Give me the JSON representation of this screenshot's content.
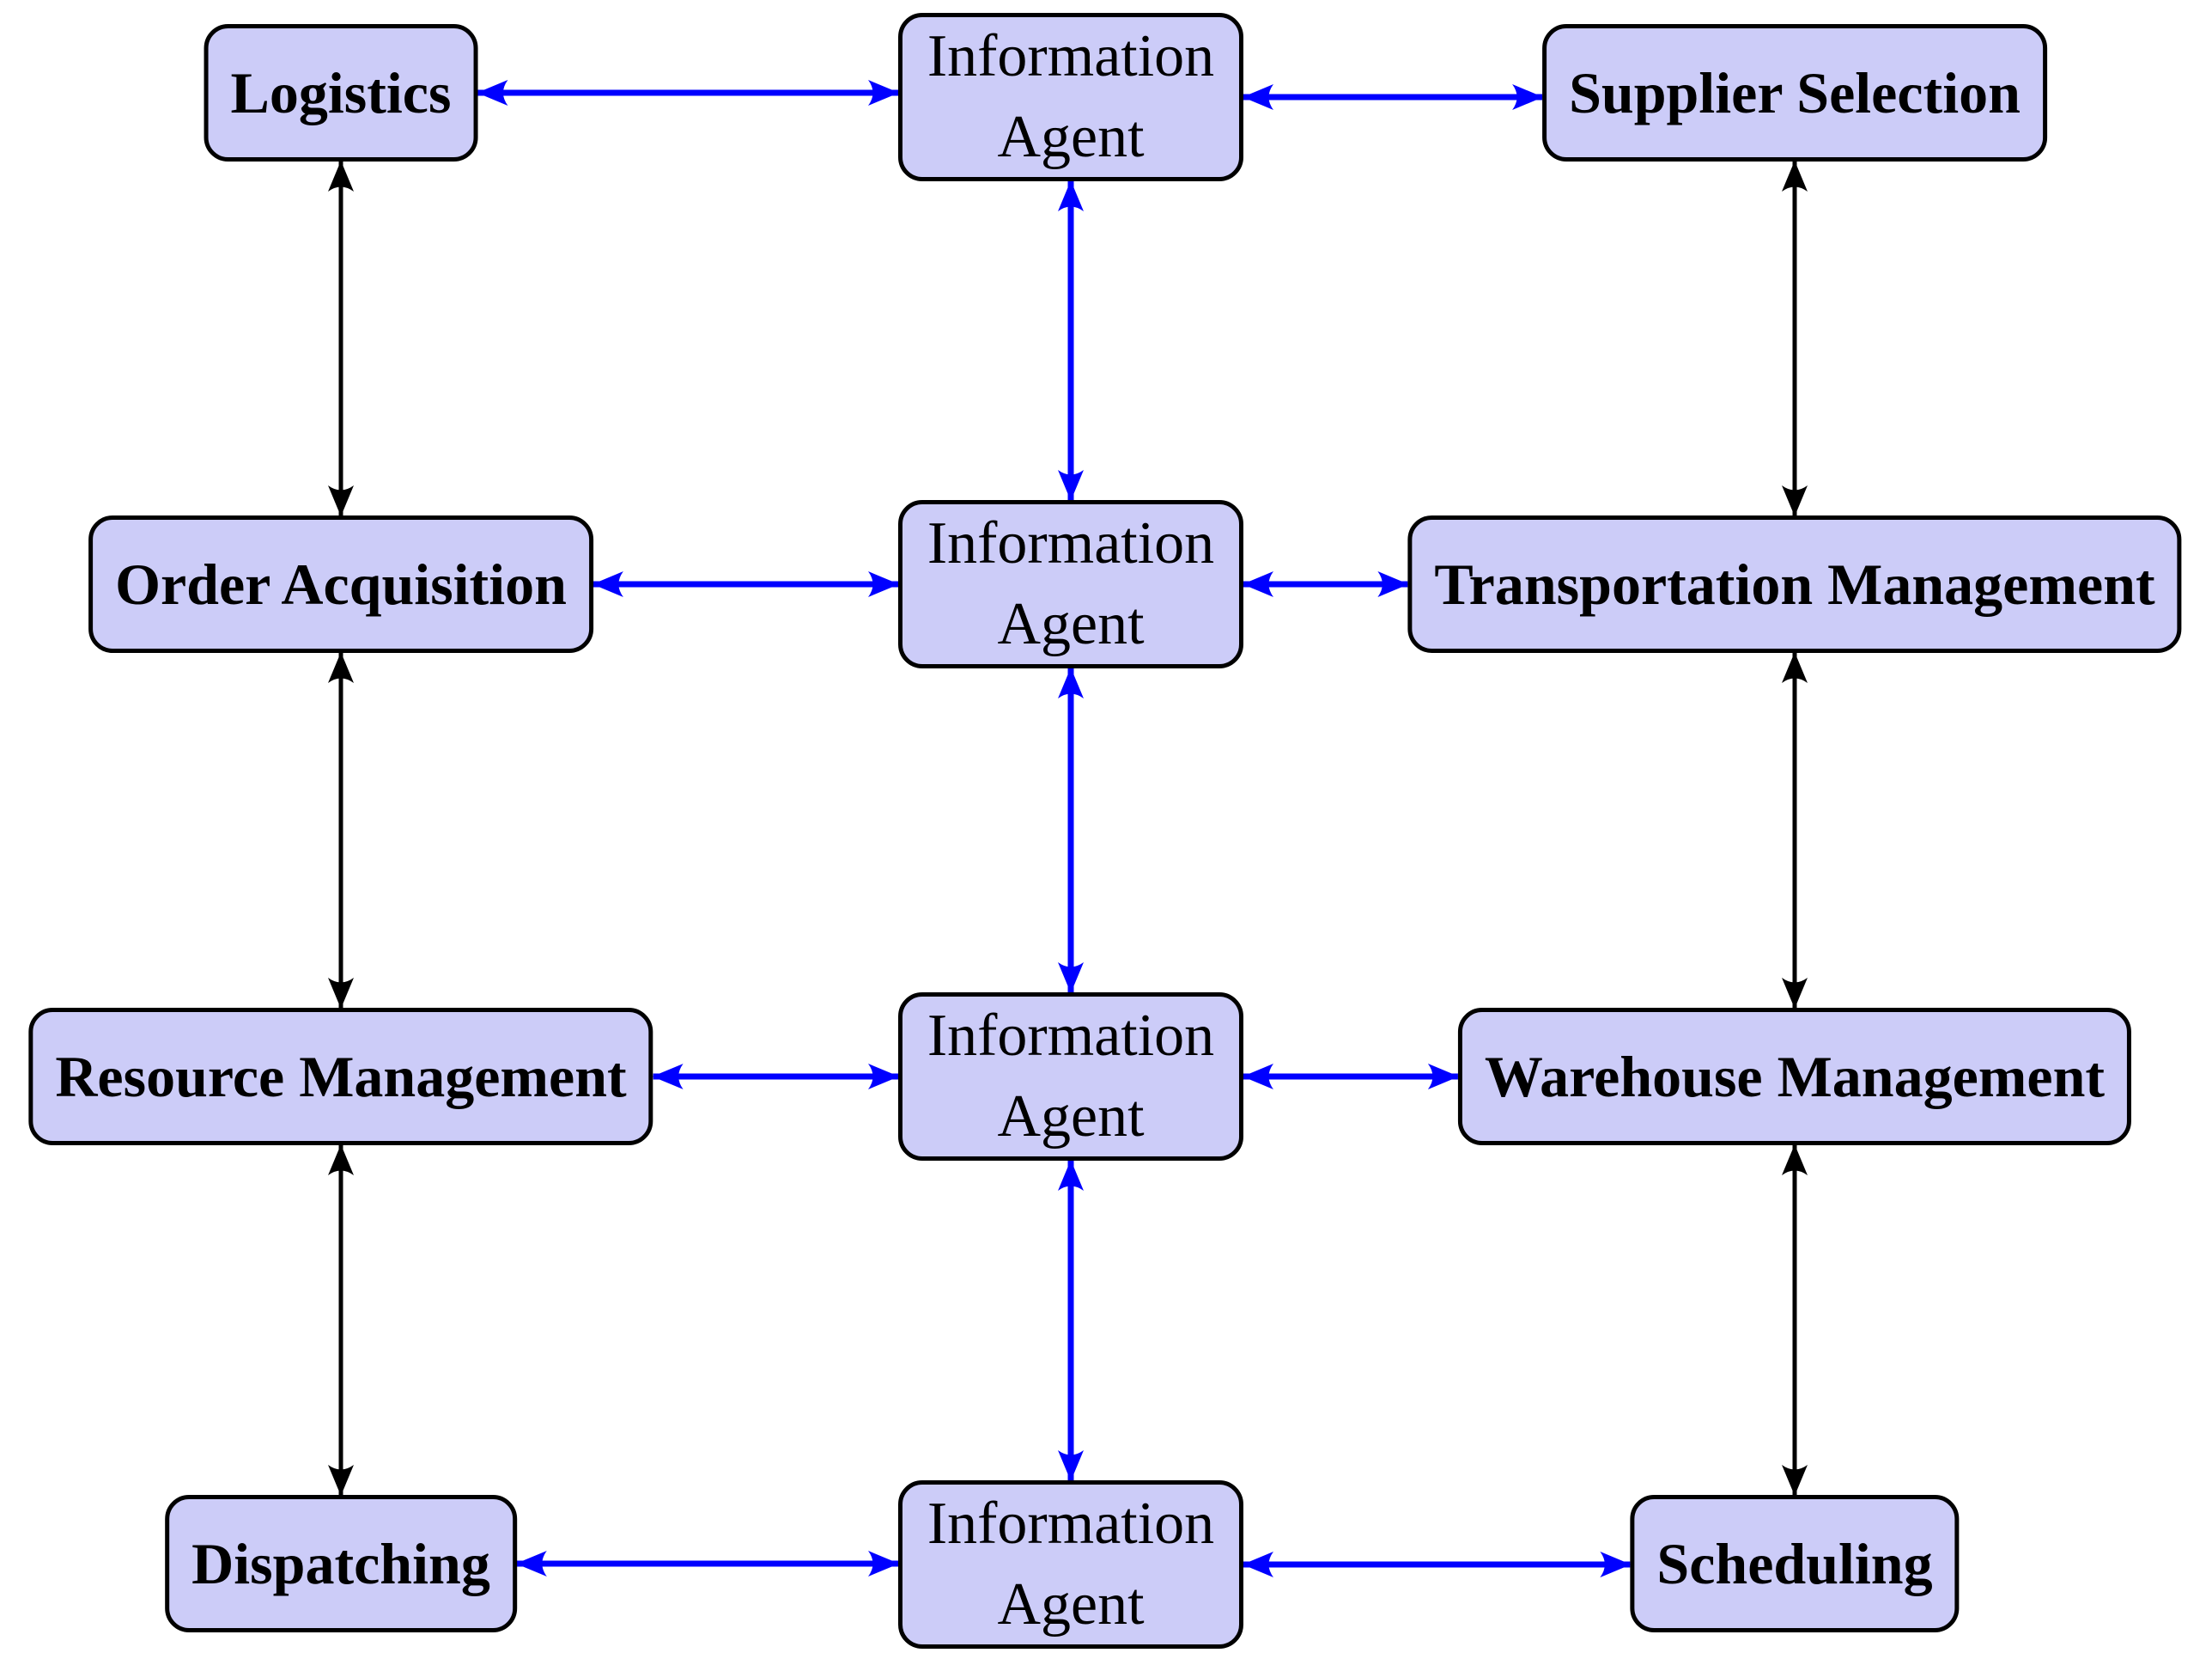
{
  "diagram": {
    "nodes": {
      "logistics": {
        "label": "Logistics",
        "kind": "function"
      },
      "order_acquisition": {
        "label": "Order Acquisition",
        "kind": "function"
      },
      "resource_management": {
        "label": "Resource Management",
        "kind": "function"
      },
      "dispatching": {
        "label": "Dispatching",
        "kind": "function"
      },
      "ia1": {
        "label": "Information Agent",
        "kind": "information-agent"
      },
      "ia2": {
        "label": "Information Agent",
        "kind": "information-agent"
      },
      "ia3": {
        "label": "Information Agent",
        "kind": "information-agent"
      },
      "ia4": {
        "label": "Information Agent",
        "kind": "information-agent"
      },
      "supplier_selection": {
        "label": "Supplier Selection",
        "kind": "function"
      },
      "transportation_management": {
        "label": "Transportation Management",
        "kind": "function"
      },
      "warehouse_management": {
        "label": "Warehouse Management",
        "kind": "function"
      },
      "scheduling": {
        "label": "Scheduling",
        "kind": "function"
      }
    },
    "edges": [
      {
        "from": "logistics",
        "to": "order_acquisition",
        "axis": "v",
        "color": "function_link",
        "bidirectional": true
      },
      {
        "from": "order_acquisition",
        "to": "resource_management",
        "axis": "v",
        "color": "function_link",
        "bidirectional": true
      },
      {
        "from": "resource_management",
        "to": "dispatching",
        "axis": "v",
        "color": "function_link",
        "bidirectional": true
      },
      {
        "from": "supplier_selection",
        "to": "transportation_management",
        "axis": "v",
        "color": "function_link",
        "bidirectional": true
      },
      {
        "from": "transportation_management",
        "to": "warehouse_management",
        "axis": "v",
        "color": "function_link",
        "bidirectional": true
      },
      {
        "from": "warehouse_management",
        "to": "scheduling",
        "axis": "v",
        "color": "function_link",
        "bidirectional": true
      },
      {
        "from": "ia1",
        "to": "ia2",
        "axis": "v",
        "color": "agent_link",
        "bidirectional": true
      },
      {
        "from": "ia2",
        "to": "ia3",
        "axis": "v",
        "color": "agent_link",
        "bidirectional": true
      },
      {
        "from": "ia3",
        "to": "ia4",
        "axis": "v",
        "color": "agent_link",
        "bidirectional": true
      },
      {
        "from": "logistics",
        "to": "ia1",
        "axis": "h",
        "color": "agent_link",
        "bidirectional": true
      },
      {
        "from": "ia1",
        "to": "supplier_selection",
        "axis": "h",
        "color": "agent_link",
        "bidirectional": true
      },
      {
        "from": "order_acquisition",
        "to": "ia2",
        "axis": "h",
        "color": "agent_link",
        "bidirectional": true
      },
      {
        "from": "ia2",
        "to": "transportation_management",
        "axis": "h",
        "color": "agent_link",
        "bidirectional": true
      },
      {
        "from": "resource_management",
        "to": "ia3",
        "axis": "h",
        "color": "agent_link",
        "bidirectional": true
      },
      {
        "from": "ia3",
        "to": "warehouse_management",
        "axis": "h",
        "color": "agent_link",
        "bidirectional": true
      },
      {
        "from": "dispatching",
        "to": "ia4",
        "axis": "h",
        "color": "agent_link",
        "bidirectional": true
      },
      {
        "from": "ia4",
        "to": "scheduling",
        "axis": "h",
        "color": "agent_link",
        "bidirectional": true
      }
    ],
    "arrow_style": "double-headed-stealth",
    "colors": {
      "node_fill": "#ccccf8",
      "node_border": "#000000",
      "text": "#000000",
      "agent_link": "#0000ff",
      "function_link": "#000000",
      "background": "#ffffff"
    }
  }
}
